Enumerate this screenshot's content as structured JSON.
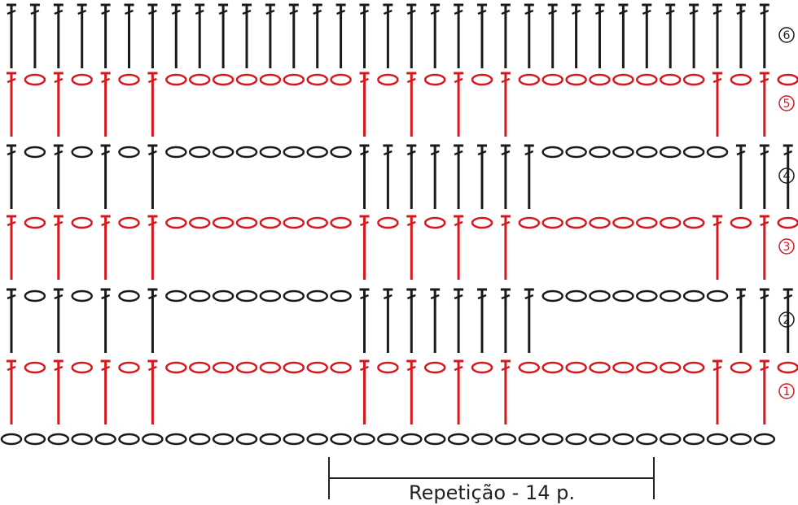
{
  "colors": {
    "odd_rows": "#d7191f",
    "even_rows": "#1a1a1a",
    "chain": "#1a1a1a"
  },
  "legend": {
    "repeat_label": "Repetição - 14 p."
  },
  "pattern": {
    "rows": [
      {
        "number": "6",
        "color_key": "even_rows",
        "symbols": "TTTTTTTTTTTTTTTTTTTTTTTTTTTTTTTTT"
      },
      {
        "number": "5",
        "color_key": "odd_rows",
        "symbols": "TCTCTCTCCCCCCCCTCTCTCTCCCCCCCCTCTCT"
      },
      {
        "number": "4",
        "color_key": "even_rows",
        "symbols": "TCTCTCTCCCCCCCCTTTTTTTTCCCCCCCCTTTTTTT"
      },
      {
        "number": "3",
        "color_key": "odd_rows",
        "symbols": "TCTCTCTCCCCCCCCTCTCTCTCCCCCCCCTCTCT"
      },
      {
        "number": "2",
        "color_key": "even_rows",
        "symbols": "TCTCTCTCCCCCCCCTTTTTTTTCCCCCCCCTTTTTTT"
      },
      {
        "number": "1",
        "color_key": "odd_rows",
        "symbols": "TCTCTCTCCCCCCCCTCTCTCTCCCCCCCCTCTCT"
      }
    ],
    "foundation_chain_count": 33
  }
}
